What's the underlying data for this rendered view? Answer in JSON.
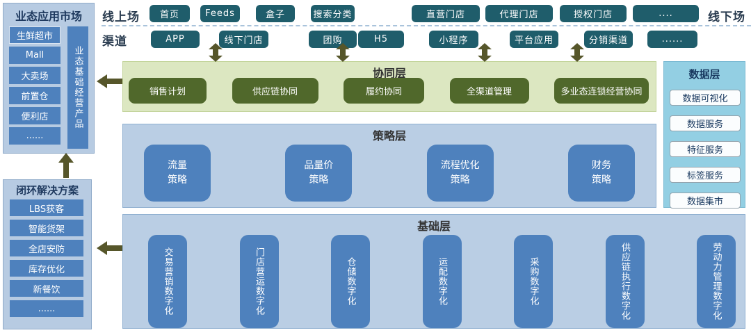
{
  "palette": {
    "teal_button": "#1F5D6B",
    "panel_light_blue": "#B7CBE2",
    "item_blue": "#4E81BD",
    "layer_blue_bg": "#BACEE4",
    "collab_green_bg": "#DCE7C1",
    "collab_green_button": "#50682B",
    "data_panel_bg": "#93CFE3",
    "arrow_olive": "#56562A",
    "header_navy": "#1F3A5F"
  },
  "online_row": {
    "label": "线上场",
    "right_label": "线下场",
    "buttons": [
      "首页",
      "Feeds",
      "盒子",
      "搜索分类",
      "直营门店",
      "代理门店",
      "授权门店",
      "...."
    ]
  },
  "channel_row": {
    "label": "渠道",
    "buttons": [
      "APP",
      "线下门店",
      "团购",
      "H5",
      "小程序",
      "平台应用",
      "分销渠道",
      "......"
    ]
  },
  "market_panel": {
    "title": "业态应用市场",
    "items": [
      "生鲜超市",
      "Mall",
      "大卖场",
      "前置仓",
      "便利店",
      "......"
    ],
    "vertical_label": "业态基础经营产品"
  },
  "closed_loop_panel": {
    "title": "闭环解决方案",
    "items": [
      "LBS获客",
      "智能货架",
      "全店安防",
      "库存优化",
      "新餐饮",
      "......"
    ]
  },
  "collaboration_layer": {
    "title": "协同层",
    "buttons": [
      "销售计划",
      "供应链协同",
      "履约协同",
      "全渠道管理",
      "多业态连锁经营协同"
    ]
  },
  "strategy_layer": {
    "title": "策略层",
    "cards": [
      {
        "line1": "流量",
        "line2": "策略"
      },
      {
        "line1": "品量价",
        "line2": "策略"
      },
      {
        "line1": "流程优化",
        "line2": "策略"
      },
      {
        "line1": "财务",
        "line2": "策略"
      }
    ]
  },
  "foundation_layer": {
    "title": "基础层",
    "pillars": [
      "交易营销数字化",
      "门店营运数字化",
      "仓储数字化",
      "运配数字化",
      "采购数字化",
      "供应链执行数字化",
      "劳动力管理数字化"
    ]
  },
  "data_layer": {
    "title": "数据层",
    "items": [
      "数据可视化",
      "数据服务",
      "特征服务",
      "标签服务",
      "数据集市"
    ]
  }
}
